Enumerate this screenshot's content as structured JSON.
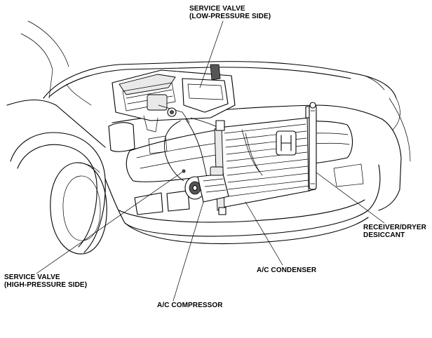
{
  "labels": {
    "service_valve_low": {
      "line1": "SERVICE VALVE",
      "line2": "(LOW-PRESSURE SIDE)"
    },
    "receiver_dryer": {
      "line1": "RECEIVER/DRYER",
      "line2": "DESICCANT"
    },
    "ac_condenser": "A/C CONDENSER",
    "service_valve_high": {
      "line1": "SERVICE VALVE",
      "line2": "(HIGH-PRESSURE SIDE)"
    },
    "ac_compressor": "A/C COMPRESSOR"
  }
}
